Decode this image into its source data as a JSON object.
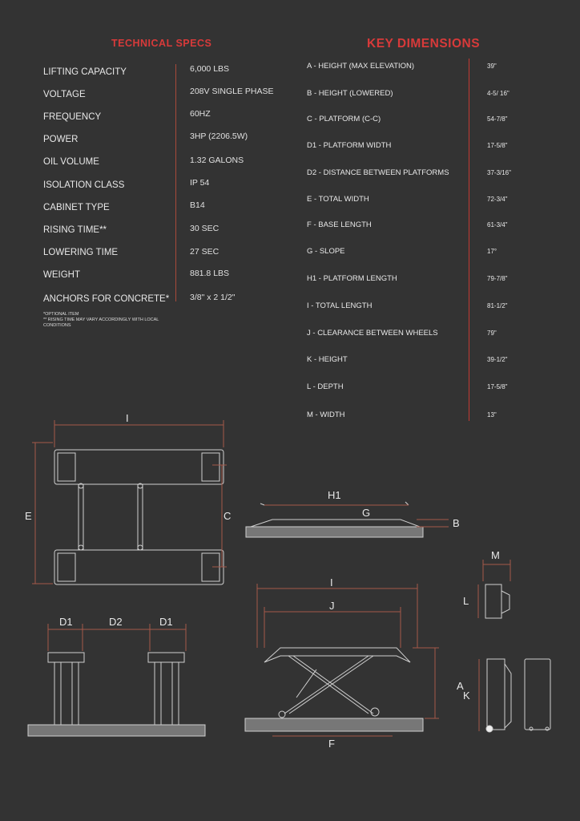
{
  "technical_specs": {
    "title": "TECHNICAL SPECS",
    "rows": [
      {
        "label": "LIFTING CAPACITY",
        "value": "6,000 LBS"
      },
      {
        "label": "VOLTAGE",
        "value": "208V SINGLE PHASE"
      },
      {
        "label": "FREQUENCY",
        "value": "60HZ"
      },
      {
        "label": "POWER",
        "value": "3HP (2206.5W)"
      },
      {
        "label": "OIL VOLUME",
        "value": "1.32 GALONS"
      },
      {
        "label": "ISOLATION CLASS",
        "value": "IP 54"
      },
      {
        "label": "CABINET TYPE",
        "value": "B14"
      },
      {
        "label": "RISING TIME**",
        "value": "30 SEC"
      },
      {
        "label": "LOWERING TIME",
        "value": "27 SEC"
      },
      {
        "label": "WEIGHT",
        "value": "881.8 LBS"
      },
      {
        "label": "ANCHORS FOR CONCRETE*",
        "value": "3/8\" x 2 1/2\""
      }
    ],
    "notes": [
      "*OPTIONAL ITEM",
      "** RISING TIME MAY VARY ACCORDINGLY WITH LOCAL CONDITIONS"
    ]
  },
  "key_dimensions": {
    "title": "KEY DIMENSIONS",
    "rows": [
      {
        "label": "A - HEIGHT (MAX ELEVATION)",
        "value": "39\""
      },
      {
        "label": "B - HEIGHT (LOWERED)",
        "value": "4-5/ 16\""
      },
      {
        "label": "C - PLATFORM (C-C)",
        "value": "54-7/8\""
      },
      {
        "label": "D1 - PLATFORM WIDTH",
        "value": "17-5/8\""
      },
      {
        "label": "D2 - DISTANCE BETWEEN PLATFORMS",
        "value": "37-3/16\""
      },
      {
        "label": "E - TOTAL WIDTH",
        "value": "72-3/4\""
      },
      {
        "label": "F - BASE LENGTH",
        "value": "61-3/4\""
      },
      {
        "label": "G - SLOPE",
        "value": "17°"
      },
      {
        "label": "H1 - PLATFORM LENGTH",
        "value": "79-7/8\""
      },
      {
        "label": "I - TOTAL LENGTH",
        "value": "81-1/2\""
      },
      {
        "label": "J - CLEARANCE BETWEEN WHEELS",
        "value": "79\""
      },
      {
        "label": "K - HEIGHT",
        "value": "39-1/2\""
      },
      {
        "label": "L - DEPTH",
        "value": "17-5/8\""
      },
      {
        "label": "M - WIDTH",
        "value": "13\""
      }
    ]
  },
  "diagram_labels": {
    "top_I": "I",
    "top_E": "E",
    "top_C": "C",
    "side_H1": "H1",
    "side_G": "G",
    "side_B": "B",
    "lift_I": "I",
    "lift_J": "J",
    "lift_A": "A",
    "lift_F": "F",
    "front_D1a": "D1",
    "front_D2": "D2",
    "front_D1b": "D1",
    "cab_M": "M",
    "cab_L": "L",
    "cab_K": "K"
  },
  "colors": {
    "background": "#333333",
    "accent": "#d83a3a",
    "divider": "#a84a3a"
  }
}
